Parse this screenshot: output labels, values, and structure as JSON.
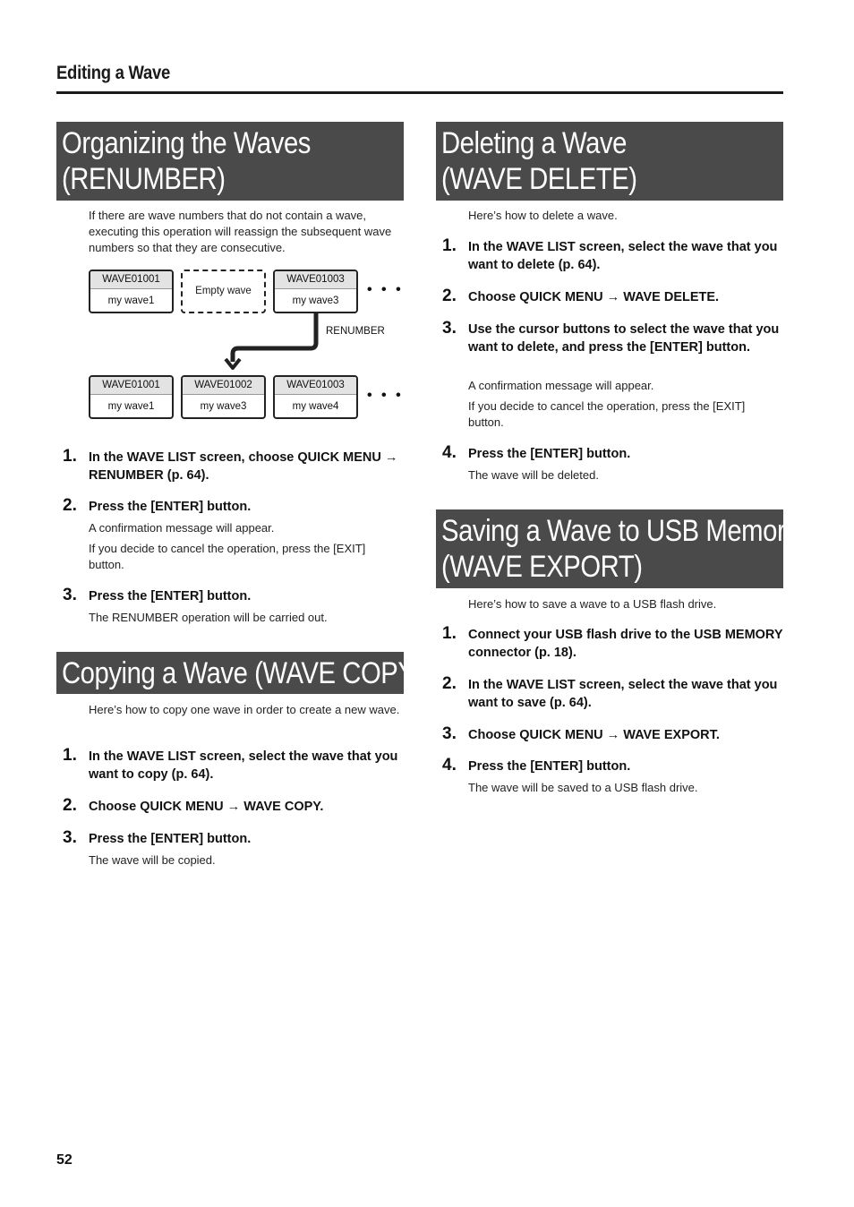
{
  "header": {
    "section": "Editing a Wave"
  },
  "page_number": "52",
  "renumber": {
    "title_line1": "Organizing the Waves",
    "title_line2": "(RENUMBER)",
    "intro": "If there are wave numbers that do not contain a wave, executing this operation will reassign the subsequent wave numbers so that they are consecutive.",
    "diagram": {
      "before": [
        {
          "id": "WAVE01001",
          "name": "my wave1"
        },
        {
          "empty": "Empty wave"
        },
        {
          "id": "WAVE01003",
          "name": "my wave3"
        }
      ],
      "after": [
        {
          "id": "WAVE01001",
          "name": "my wave1"
        },
        {
          "id": "WAVE01002",
          "name": "my wave3"
        },
        {
          "id": "WAVE01003",
          "name": "my wave4"
        }
      ],
      "ellipsis": "• • •",
      "arrow_label": "RENUMBER"
    },
    "steps": [
      {
        "num": "1.",
        "text": "In the WAVE LIST screen, choose QUICK MENU → RENUMBER (p. 64).",
        "notes": []
      },
      {
        "num": "2.",
        "text": "Press the [ENTER] button.",
        "notes": [
          "A confirmation message will appear.",
          "If you decide to cancel the operation, press the [EXIT] button."
        ]
      },
      {
        "num": "3.",
        "text": "Press the [ENTER] button.",
        "notes": [
          "The RENUMBER operation will be carried out."
        ]
      }
    ]
  },
  "copy": {
    "title": "Copying a Wave (WAVE COPY)",
    "intro": "Here’s how to copy one wave in order to create a new wave.",
    "steps": [
      {
        "num": "1.",
        "text": "In the WAVE LIST screen, select the wave that you want to copy (p. 64).",
        "notes": []
      },
      {
        "num": "2.",
        "text": "Choose QUICK MENU → WAVE COPY.",
        "notes": []
      },
      {
        "num": "3.",
        "text": "Press the [ENTER] button.",
        "notes": [
          "The wave will be copied."
        ]
      }
    ]
  },
  "delete": {
    "title_line1": "Deleting a Wave",
    "title_line2": "(WAVE DELETE)",
    "intro": "Here’s how to delete a wave.",
    "steps": [
      {
        "num": "1.",
        "text": "In the WAVE LIST screen, select the wave that you want to delete (p. 64).",
        "notes": []
      },
      {
        "num": "2.",
        "text": "Choose QUICK MENU → WAVE DELETE.",
        "notes": []
      },
      {
        "num": "3.",
        "text": "Use the cursor buttons to select the wave that you want to delete, and press the [ENTER] button.",
        "notes": [
          "A confirmation message will appear.",
          "If you decide to cancel the operation, press the [EXIT] button."
        ]
      },
      {
        "num": "4.",
        "text": "Press the [ENTER] button.",
        "notes": [
          "The wave will be deleted."
        ]
      }
    ]
  },
  "export": {
    "title_line1": "Saving a Wave to USB Memory",
    "title_line2": "(WAVE EXPORT)",
    "intro": "Here’s how to save a wave to a USB flash drive.",
    "steps": [
      {
        "num": "1.",
        "text": "Connect your USB flash drive to the USB MEMORY connector (p. 18).",
        "notes": []
      },
      {
        "num": "2.",
        "text": "In the WAVE LIST screen, select the wave that you want to save (p. 64).",
        "notes": []
      },
      {
        "num": "3.",
        "text": "Choose QUICK MENU → WAVE EXPORT.",
        "notes": []
      },
      {
        "num": "4.",
        "text": "Press the [ENTER] button.",
        "notes": [
          "The wave will be saved to a USB flash drive."
        ]
      }
    ]
  }
}
